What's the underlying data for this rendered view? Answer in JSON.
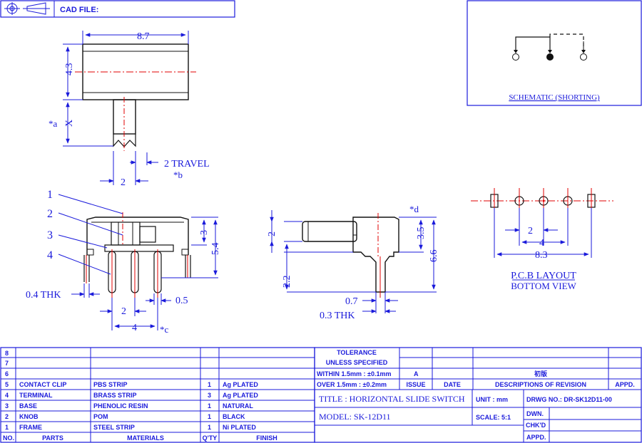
{
  "header": {
    "cad_file_label": "CAD FILE:"
  },
  "schematic": {
    "caption": "SCHEMATIC (SHORTING)"
  },
  "top_view": {
    "dim_width": "8.7",
    "dim_height": "4.3",
    "dim_x": "X",
    "note_a": "*a",
    "dim_pitch": "2",
    "travel_label": "2 TRAVEL",
    "note_b": "*b"
  },
  "front_view": {
    "callouts": [
      "1",
      "2",
      "3",
      "4"
    ],
    "dim_3": "3",
    "dim_54": "5.4",
    "thk_label": "0.4 THK",
    "dim_05": "0.5",
    "dim_2": "2",
    "dim_4": "4",
    "note_c": "*c"
  },
  "side_view": {
    "note_d": "*d",
    "dim_2": "2",
    "dim_35": "3.5",
    "dim_66": "6.6",
    "dim_22": "2.2",
    "dim_07": "0.7",
    "thk_label": "0.3 THK"
  },
  "pcb": {
    "dim_2": "2",
    "dim_4": "4",
    "dim_83": "8.3",
    "title": "P.C.B LAYOUT",
    "subtitle": "BOTTOM VIEW"
  },
  "parts_table": {
    "rows": [
      {
        "no": "8",
        "part": "",
        "material": "",
        "qty": "",
        "finish": ""
      },
      {
        "no": "7",
        "part": "",
        "material": "",
        "qty": "",
        "finish": ""
      },
      {
        "no": "6",
        "part": "",
        "material": "",
        "qty": "",
        "finish": ""
      },
      {
        "no": "5",
        "part": "CONTACT CLIP",
        "material": "PBS STRIP",
        "qty": "1",
        "finish": "Ag PLATED"
      },
      {
        "no": "4",
        "part": "TERMINAL",
        "material": "BRASS STRIP",
        "qty": "3",
        "finish": "Ag PLATED"
      },
      {
        "no": "3",
        "part": "BASE",
        "material": "PHENOLIC RESIN",
        "qty": "1",
        "finish": "NATURAL"
      },
      {
        "no": "2",
        "part": "KNOB",
        "material": "POM",
        "qty": "1",
        "finish": "BLACK"
      },
      {
        "no": "1",
        "part": "FRAME",
        "material": "STEEL STRIP",
        "qty": "1",
        "finish": "Ni PLATED"
      }
    ],
    "headers": {
      "no": "NO.",
      "part": "PARTS",
      "material": "MATERIALS",
      "qty": "Q'TY",
      "finish": "FINISH"
    }
  },
  "title_block": {
    "tolerance_line1": "TOLERANCE",
    "tolerance_line2": "UNLESS   SPECIFIED",
    "within": "WITHIN 1.5mm : ±0.1mm",
    "over": "OVER 1.5mm : ±0.2mm",
    "rev_letter": "A",
    "rev_desc": "初版",
    "issue_label": "ISSUE",
    "date_label": "DATE",
    "desc_label": "DESCRIPTIONS OF REVISION",
    "appd_label": "APPD.",
    "title_text": "TITLE :  HORIZONTAL SLIDE SWITCH",
    "unit_text": "UNIT :   mm",
    "drwg_text": "DRWG NO.:  DR-SK12D11-00",
    "model_text": "MODEL:   SK-12D11",
    "scale_text": "SCALE:   5:1",
    "dwn_label": "DWN.",
    "chkd_label": "CHK'D",
    "appd2_label": "APPD."
  }
}
